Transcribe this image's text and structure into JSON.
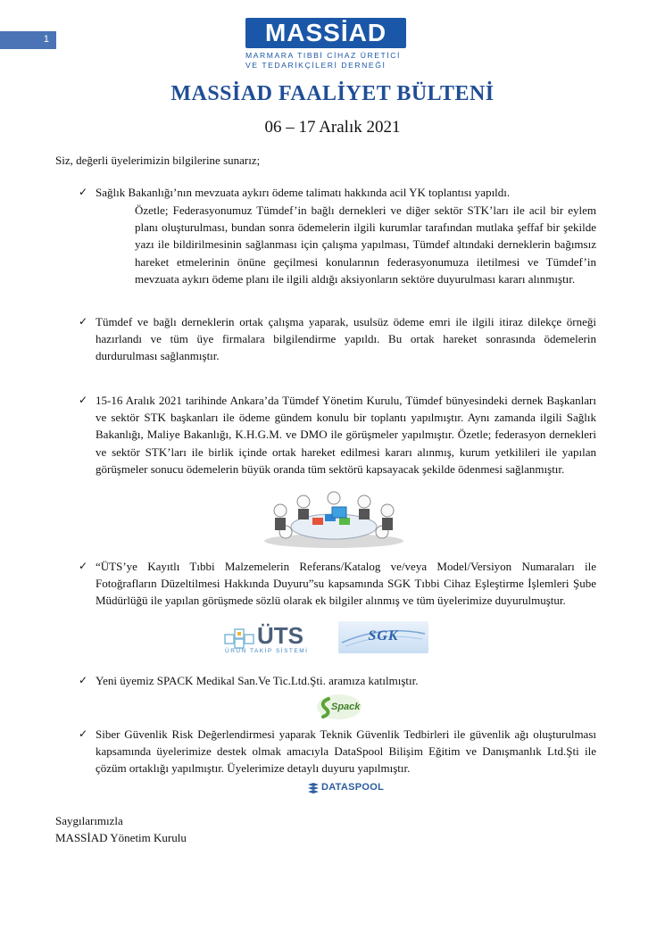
{
  "page_number": "1",
  "logo": {
    "name": "MASSİAD",
    "subtitle_line1": "MARMARA TIBBİ CİHAZ ÜRETİCİ",
    "subtitle_line2": "VE TEDARİKÇİLERİ DERNEĞİ"
  },
  "title": "MASSİAD FAALİYET BÜLTENİ",
  "date_range": "06 – 17 Aralık 2021",
  "greeting": "Siz, değerli üyelerimizin bilgilerine sunarız;",
  "items": [
    {
      "text": "Sağlık Bakanlığı’nın mevzuata aykırı ödeme talimatı hakkında acil YK toplantısı yapıldı."
    },
    {
      "text": "Tümdef ve bağlı derneklerin ortak çalışma yaparak, usulsüz ödeme emri ile ilgili itiraz dilekçe örneği hazırlandı ve tüm üye firmalara bilgilendirme yapıldı. Bu ortak hareket sonrasında ödemelerin durdurulması sağlanmıştır."
    },
    {
      "text": "15-16 Aralık 2021 tarihinde Ankara’da Tümdef Yönetim Kurulu, Tümdef bünyesindeki dernek Başkanları ve sektör STK başkanları ile ödeme gündem konulu bir toplantı yapılmıştır. Aynı zamanda ilgili Sağlık Bakanlığı, Maliye Bakanlığı, K.H.G.M. ve DMO ile görüşmeler yapılmıştır. Özetle; federasyon dernekleri ve sektör STK’ları ile birlik içinde ortak hareket edilmesi kararı alınmış, kurum yetkilileri ile yapılan görüşmeler sonucu ödemelerin büyük oranda tüm sektörü kapsayacak şekilde ödenmesi sağlanmıştır."
    },
    {
      "text": "“ÜTS’ye Kayıtlı Tıbbi Malzemelerin Referans/Katalog ve/veya Model/Versiyon Numaraları ile Fotoğrafların Düzeltilmesi Hakkında Duyuru”su kapsamında SGK Tıbbi Cihaz Eşleştirme İşlemleri Şube Müdürlüğü ile yapılan görüşmede sözlü olarak ek bilgiler alınmış ve tüm üyelerimize duyurulmuştur."
    },
    {
      "text": "Yeni üyemiz SPACK Medikal San.Ve Tic.Ltd.Şti. aramıza katılmıştır."
    },
    {
      "text": "Siber Güvenlik Risk Değerlendirmesi yaparak Teknik Güvenlik Tedbirleri ile güvenlik ağı oluşturulması kapsamında üyelerimize destek olmak amacıyla DataSpool Bilişim Eğitim ve Danışmanlık Ltd.Şti ile  çözüm ortaklığı yapılmıştır. Üyelerimize detaylı duyuru yapılmıştır."
    }
  ],
  "summary": "Özetle; Federasyonumuz Tümdef’in bağlı dernekleri ve diğer sektör STK’ları ile acil bir eylem planı oluşturulması, bundan sonra ödemelerin ilgili kurumlar tarafından mutlaka şeffaf bir şekilde yazı ile bildirilmesinin sağlanması için çalışma yapılması, Tümdef altındaki derneklerin bağımsız hareket etmelerinin önüne geçilmesi konularının federasyonumuza iletilmesi ve Tümdef’in mevzuata aykırı ödeme planı ile ilgili aldığı aksiyonların sektöre duyurulması kararı alınmıştır.",
  "logos": {
    "uts_main": "ÜTS",
    "uts_sub": "ÜRÜN TAKİP SİSTEMİ",
    "sgk": "SGK",
    "spack": "Spack",
    "dataspool": "DATASPOOL"
  },
  "closing": "Saygılarımızla",
  "signature": "MASSİAD Yönetim Kurulu",
  "colors": {
    "brand_blue": "#1b57a8",
    "title_blue": "#1f4e96",
    "page_tab": "#4a74b5",
    "spack_green": "#5aa43a"
  }
}
